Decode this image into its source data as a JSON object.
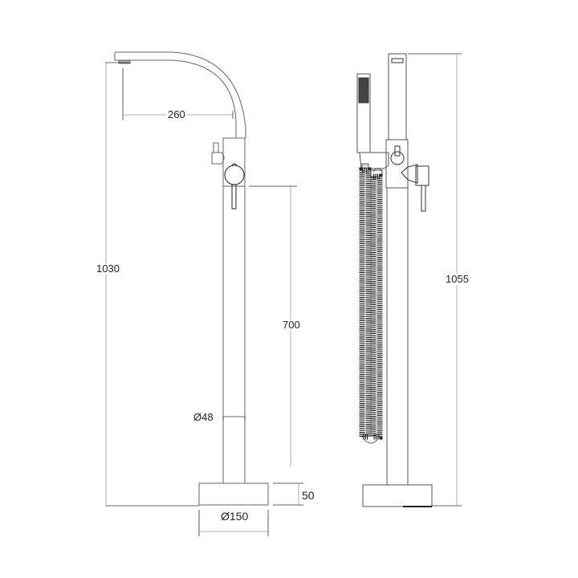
{
  "drawing": {
    "type": "technical-drawing",
    "subject": "freestanding bath mixer with hand shower",
    "views": [
      {
        "name": "side-view",
        "dimensions": {
          "spout_reach": "260",
          "total_height": "1030",
          "handle_height": "700",
          "column_diameter": "Ø48",
          "base_diameter": "Ø150",
          "base_height": "50"
        }
      },
      {
        "name": "front-view",
        "dimensions": {
          "total_height": "1055"
        }
      }
    ],
    "colors": {
      "line": "#555555",
      "dim_line": "#999999",
      "background": "#ffffff",
      "hose": "#222222"
    }
  }
}
